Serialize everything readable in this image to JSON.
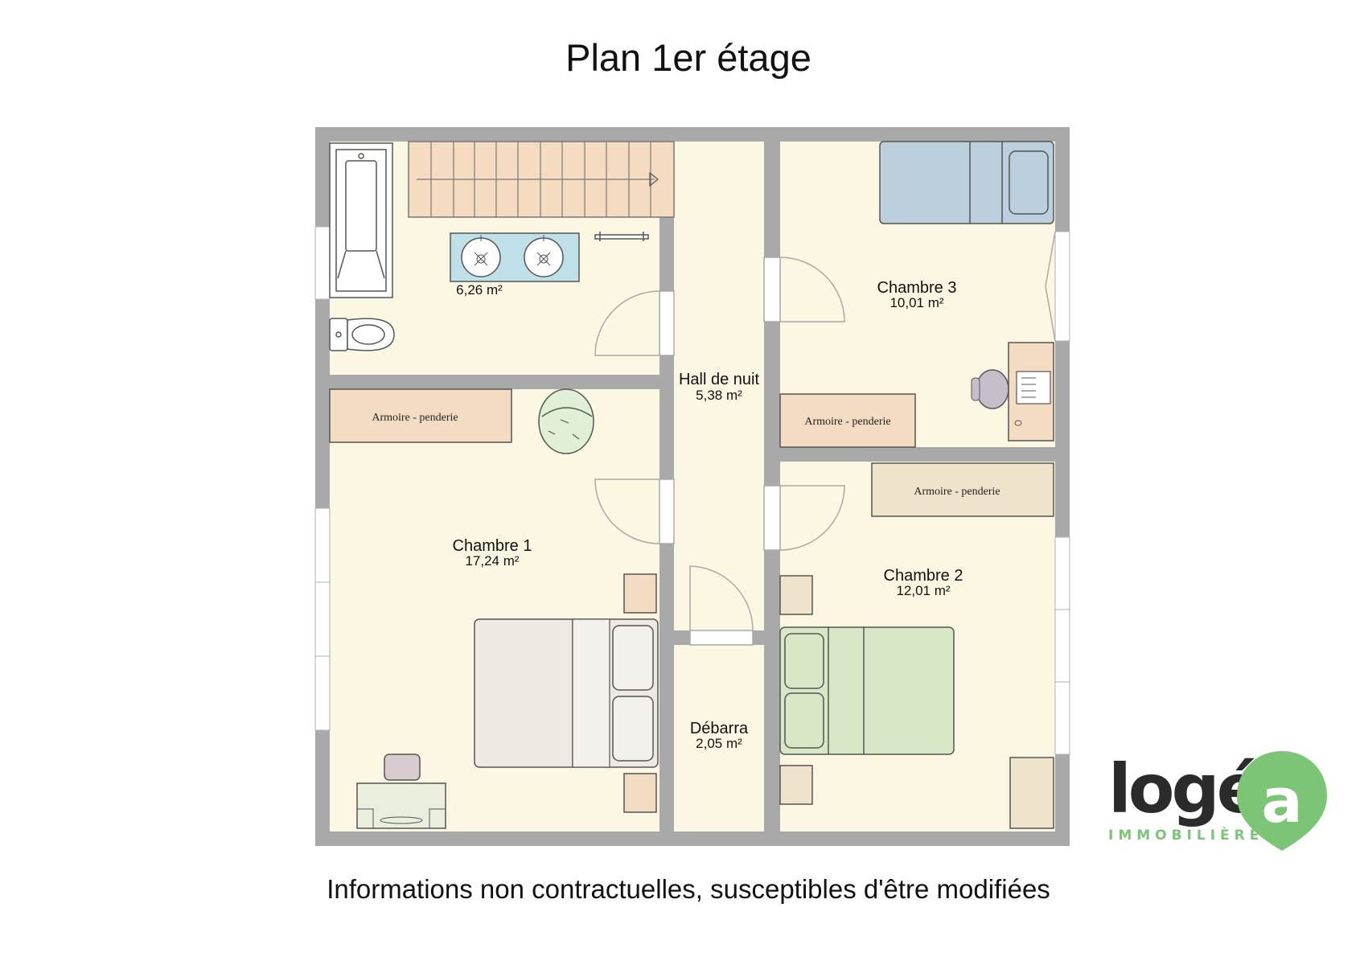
{
  "title": "Plan 1er étage",
  "disclaimer": "Informations non contractuelles, susceptibles d'être modifiées",
  "rooms": {
    "bathroom": {
      "area": "6,26 m²"
    },
    "hall": {
      "name": "Hall de nuit",
      "area": "5,38 m²"
    },
    "chambre1": {
      "name": "Chambre 1",
      "area": "17,24 m²"
    },
    "chambre2": {
      "name": "Chambre 2",
      "area": "12,01 m²"
    },
    "chambre3": {
      "name": "Chambre 3",
      "area": "10,01 m²"
    },
    "debarras": {
      "name": "Débarra",
      "area": "2,05 m²"
    }
  },
  "furniture": {
    "wardrobe_label": "Armoire - penderie"
  },
  "logo": {
    "word": "logé",
    "letter": "a",
    "tagline": "IMMOBILIÈRE"
  },
  "colors": {
    "wall": "#a9a9a9",
    "floor": "#fcf7e3",
    "wardrobe": "#f3dcc2",
    "stairs": "#f5dcc0",
    "brand_dark": "#2b2b2b",
    "brand_green": "#7cc576"
  }
}
